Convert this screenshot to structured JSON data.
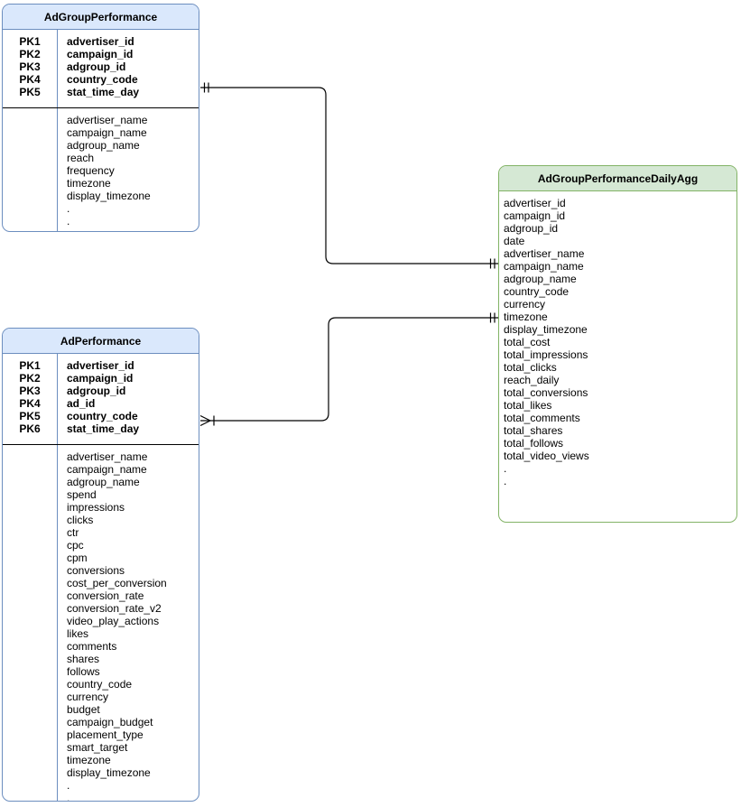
{
  "diagram": {
    "kind": "entity-relationship-diagram",
    "line_color": "#000000",
    "entities": [
      {
        "name": "AdGroupPerformance",
        "theme": {
          "fill": "#dae8fc",
          "border": "#6c8ebf"
        },
        "primary_keys": [
          {
            "label": "PK1",
            "field": "advertiser_id"
          },
          {
            "label": "PK2",
            "field": "campaign_id"
          },
          {
            "label": "PK3",
            "field": "adgroup_id"
          },
          {
            "label": "PK4",
            "field": "country_code"
          },
          {
            "label": "PK5",
            "field": "stat_time_day"
          }
        ],
        "fields": [
          "advertiser_name",
          "campaign_name",
          "adgroup_name",
          "reach",
          "frequency",
          "timezone",
          "display_timezone",
          ".",
          "."
        ]
      },
      {
        "name": "AdPerformance",
        "theme": {
          "fill": "#dae8fc",
          "border": "#6c8ebf"
        },
        "primary_keys": [
          {
            "label": "PK1",
            "field": "advertiser_id"
          },
          {
            "label": "PK2",
            "field": "campaign_id"
          },
          {
            "label": "PK3",
            "field": "adgroup_id"
          },
          {
            "label": "PK4",
            "field": "ad_id"
          },
          {
            "label": "PK5",
            "field": "country_code"
          },
          {
            "label": "PK6",
            "field": "stat_time_day"
          }
        ],
        "fields": [
          "advertiser_name",
          "campaign_name",
          "adgroup_name",
          "spend",
          "impressions",
          "clicks",
          "ctr",
          "cpc",
          "cpm",
          "conversions",
          "cost_per_conversion",
          "conversion_rate",
          "conversion_rate_v2",
          "video_play_actions",
          "likes",
          "comments",
          "shares",
          "follows",
          "country_code",
          "currency",
          "budget",
          "campaign_budget",
          "placement_type",
          "smart_target",
          "timezone",
          "display_timezone",
          ".",
          "."
        ]
      },
      {
        "name": "AdGroupPerformanceDailyAgg",
        "theme": {
          "fill": "#d5e8d4",
          "border": "#82b366"
        },
        "primary_keys": [],
        "fields": [
          "advertiser_id",
          "campaign_id",
          "adgroup_id",
          "date",
          "advertiser_name",
          "campaign_name",
          "adgroup_name",
          "country_code",
          "currency",
          "timezone",
          "display_timezone",
          "total_cost",
          "total_impressions",
          "total_clicks",
          "reach_daily",
          "total_conversions",
          "total_likes",
          "total_comments",
          "total_shares",
          "total_follows",
          "total_video_views",
          ".",
          "."
        ]
      }
    ],
    "relationships": [
      {
        "from": "AdGroupPerformance",
        "from_cardinality": "one and only one",
        "to": "AdGroupPerformanceDailyAgg",
        "to_cardinality": "one and only one"
      },
      {
        "from": "AdPerformance",
        "from_cardinality": "one or many",
        "to": "AdGroupPerformanceDailyAgg",
        "to_cardinality": "one and only one"
      }
    ]
  }
}
